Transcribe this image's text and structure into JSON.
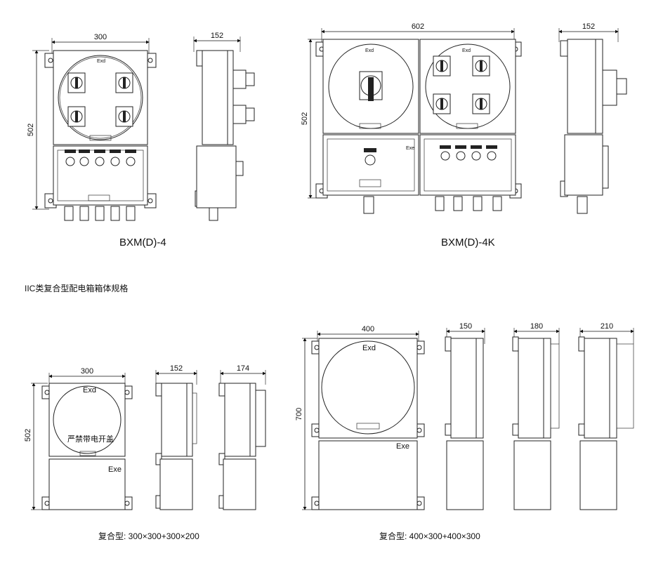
{
  "section_title": "IIC类复合型配电箱箱体规格",
  "models": {
    "top_left": "BXM(D)-4",
    "top_right": "BXM(D)-4K"
  },
  "captions": {
    "bottom_left": "复合型:  300×300+300×200",
    "bottom_right": "复合型:  400×300+400×300"
  },
  "dimensions": {
    "tl_width": "300",
    "tl_height": "502",
    "tl_side": "152",
    "tr_width": "602",
    "tr_height": "502",
    "tr_side": "152",
    "bl_width": "300",
    "bl_height": "502",
    "bl_side1": "152",
    "bl_side2": "174",
    "br_width": "400",
    "br_height": "700",
    "br_side1": "150",
    "br_side2": "180",
    "br_side3": "210"
  },
  "panel_text": {
    "exd": "Exd",
    "exe": "Exe",
    "warning": "严禁带电开盖"
  }
}
